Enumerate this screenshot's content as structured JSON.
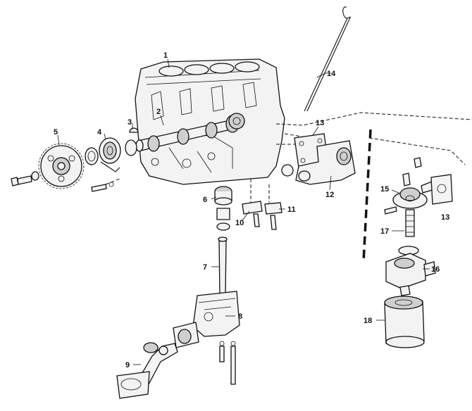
{
  "callouts": [
    {
      "id": "1",
      "label": "1"
    },
    {
      "id": "2",
      "label": "2"
    },
    {
      "id": "3",
      "label": "3"
    },
    {
      "id": "4",
      "label": "4"
    },
    {
      "id": "5",
      "label": "5"
    },
    {
      "id": "6",
      "label": "6"
    },
    {
      "id": "7",
      "label": "7"
    },
    {
      "id": "8",
      "label": "8"
    },
    {
      "id": "9",
      "label": "9"
    },
    {
      "id": "10",
      "label": "10"
    },
    {
      "id": "11",
      "label": "11"
    },
    {
      "id": "12",
      "label": "12"
    },
    {
      "id": "13a",
      "label": "13"
    },
    {
      "id": "13b",
      "label": "13"
    },
    {
      "id": "14",
      "label": "14"
    },
    {
      "id": "15",
      "label": "15"
    },
    {
      "id": "16",
      "label": "16"
    },
    {
      "id": "17",
      "label": "17"
    },
    {
      "id": "18",
      "label": "18"
    }
  ],
  "colors": {
    "ink": "#111111",
    "paper": "#ffffff"
  }
}
